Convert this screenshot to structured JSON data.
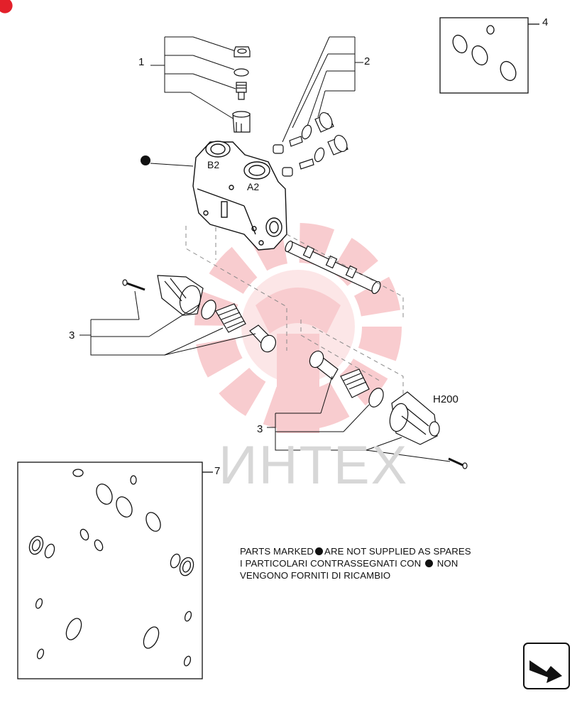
{
  "callouts": {
    "c1": "1",
    "c2": "2",
    "c3a": "3",
    "c3b": "3",
    "c4": "4",
    "c7": "7"
  },
  "port_labels": {
    "b2": "B2",
    "a2": "A2",
    "h200": "H200"
  },
  "watermark": {
    "text": "ИНТЕХ",
    "color": "#f4a3a8"
  },
  "note": {
    "line1_before": "PARTS MARKED",
    "line1_after": "ARE NOT SUPPLIED AS SPARES",
    "line2_before": "I PARTICOLARI CONTRASSEGNATI CON",
    "line2_after": "NON",
    "line3": "VENGONO FORNITI DI RICAMBIO"
  },
  "icons": {
    "corner_badge": "red-badge-icon",
    "nav": "next-page-arrow-icon",
    "bullet": "filled-dot-icon"
  }
}
